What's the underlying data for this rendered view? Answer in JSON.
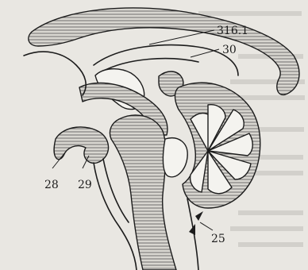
{
  "labels": {
    "l316": "316.1",
    "l30": "30",
    "l28": "28",
    "l29": "29",
    "l25": "25"
  }
}
